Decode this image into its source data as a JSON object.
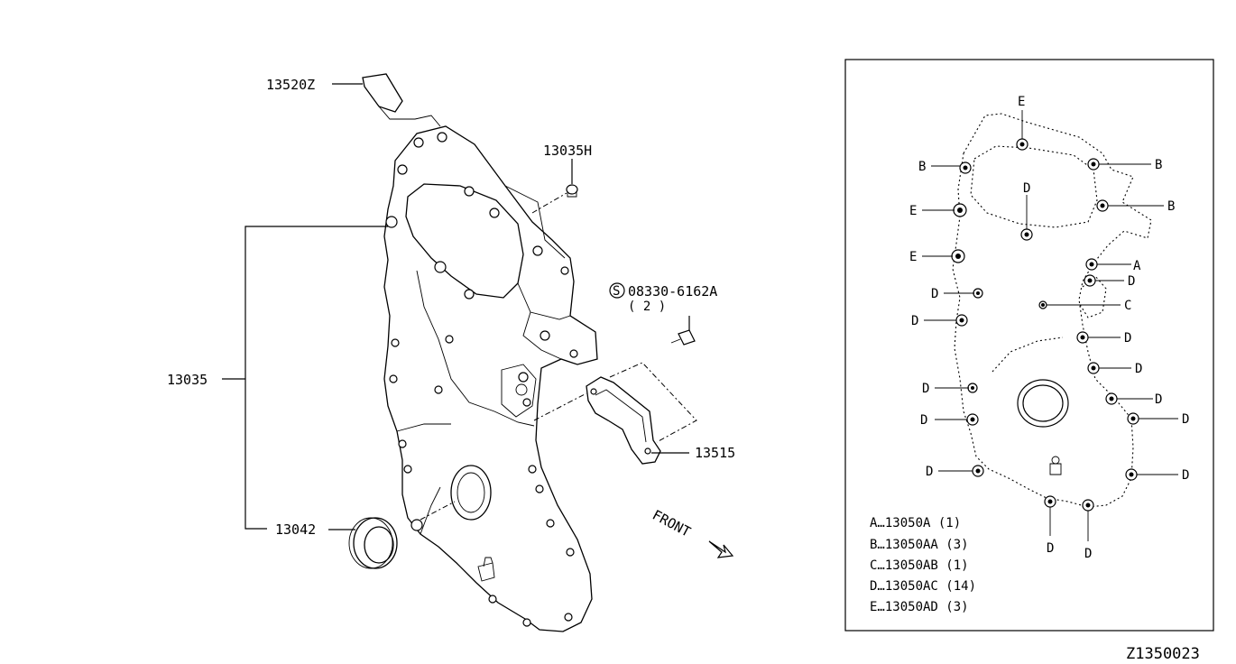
{
  "diagram_code": "Z1350023",
  "callouts": {
    "oil_pump_part": "13520Z",
    "plug_part": "13035H",
    "cover_part": "13035",
    "seal_part": "13042",
    "bolt_part": "08330-6162A",
    "bolt_qty": "( 2 )",
    "gasket_part": "13515"
  },
  "front_label": "FRONT",
  "inset": {
    "letters": {
      "a": "A",
      "b": "B",
      "c": "C",
      "d": "D",
      "e": "E"
    },
    "legend": [
      {
        "text": "A…13050A (1)"
      },
      {
        "text": "B…13050AA (3)"
      },
      {
        "text": "C…13050AB (1)"
      },
      {
        "text": "D…13050AC (14)"
      },
      {
        "text": "E…13050AD (3)"
      }
    ]
  }
}
